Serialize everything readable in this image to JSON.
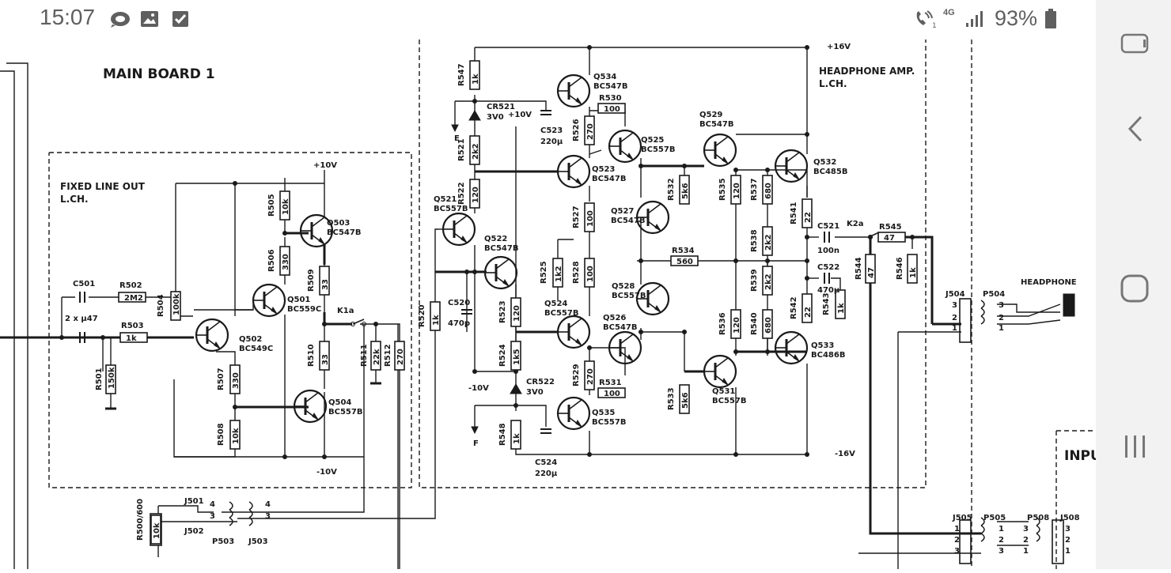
{
  "status_bar": {
    "time": "15:07",
    "network": "4G",
    "battery": "93%",
    "icons": [
      "whatsapp-icon",
      "gallery-icon",
      "checkbox-icon",
      "wifi-call-icon",
      "signal-icon",
      "battery-icon"
    ]
  },
  "nav_bar": {
    "buttons": [
      "recent-apps-rotated-icon",
      "back-icon",
      "home-icon",
      "recents-icon"
    ]
  },
  "schematic": {
    "board_title": "MAIN BOARD 1",
    "fixed_line_out": [
      "FIXED LINE OUT",
      "L.CH."
    ],
    "headphone_amp": [
      "HEADPHONE AMP.",
      "L.CH."
    ],
    "input_label": "INPU",
    "rails": {
      "p10": "+10V",
      "m10": "-10V",
      "p16": "+16V",
      "m16": "-16V",
      "p10b": "+10V",
      "m10b": "-10V"
    },
    "transistors": [
      {
        "ref": "Q503",
        "type": "BC547B"
      },
      {
        "ref": "Q501",
        "type": "BC559C"
      },
      {
        "ref": "Q502",
        "type": "BC549C"
      },
      {
        "ref": "Q504",
        "type": "BC557B"
      },
      {
        "ref": "Q534",
        "type": "BC547B"
      },
      {
        "ref": "Q523",
        "type": "BC547B"
      },
      {
        "ref": "Q525",
        "type": "BC557B"
      },
      {
        "ref": "Q529",
        "type": "BC547B"
      },
      {
        "ref": "Q532",
        "type": "BC485B"
      },
      {
        "ref": "Q521",
        "type": "BC557B"
      },
      {
        "ref": "Q522",
        "type": "BC547B"
      },
      {
        "ref": "Q527",
        "type": "BC547B"
      },
      {
        "ref": "Q528",
        "type": "BC557B"
      },
      {
        "ref": "Q524",
        "type": "BC557B"
      },
      {
        "ref": "Q526",
        "type": "BC547B"
      },
      {
        "ref": "Q535",
        "type": "BC557B"
      },
      {
        "ref": "Q531",
        "type": "BC557B"
      },
      {
        "ref": "Q533",
        "type": "BC486B"
      }
    ],
    "resistors": [
      {
        "ref": "R505",
        "value": "10k"
      },
      {
        "ref": "R506",
        "value": "330"
      },
      {
        "ref": "R509",
        "value": "33"
      },
      {
        "ref": "R502",
        "value": "2M2"
      },
      {
        "ref": "R504",
        "value": "100k"
      },
      {
        "ref": "R503",
        "value": "1k"
      },
      {
        "ref": "R501",
        "value": "150k"
      },
      {
        "ref": "R507",
        "value": "330"
      },
      {
        "ref": "R508",
        "value": "10k"
      },
      {
        "ref": "R510",
        "value": "33"
      },
      {
        "ref": "R511",
        "value": "22k"
      },
      {
        "ref": "R512",
        "value": "270"
      },
      {
        "ref": "R547",
        "value": "1k"
      },
      {
        "ref": "R521",
        "value": "2k2"
      },
      {
        "ref": "R522",
        "value": "120"
      },
      {
        "ref": "R520",
        "value": "1k"
      },
      {
        "ref": "R526",
        "value": "270"
      },
      {
        "ref": "R530",
        "value": "100"
      },
      {
        "ref": "R527",
        "value": "100"
      },
      {
        "ref": "R525",
        "value": "1k2"
      },
      {
        "ref": "R528",
        "value": "100"
      },
      {
        "ref": "R523",
        "value": "120"
      },
      {
        "ref": "R524",
        "value": "1k5"
      },
      {
        "ref": "R529",
        "value": "270"
      },
      {
        "ref": "R531",
        "value": "100"
      },
      {
        "ref": "R548",
        "value": "1k"
      },
      {
        "ref": "R532",
        "value": "5k6"
      },
      {
        "ref": "R534",
        "value": "560"
      },
      {
        "ref": "R533",
        "value": "5k6"
      },
      {
        "ref": "R535",
        "value": "120"
      },
      {
        "ref": "R537",
        "value": "680"
      },
      {
        "ref": "R538",
        "value": "2k2"
      },
      {
        "ref": "R539",
        "value": "2k2"
      },
      {
        "ref": "R536",
        "value": "120"
      },
      {
        "ref": "R540",
        "value": "680"
      },
      {
        "ref": "R541",
        "value": "22"
      },
      {
        "ref": "R542",
        "value": "22"
      },
      {
        "ref": "R543",
        "value": "1k"
      },
      {
        "ref": "R544",
        "value": "47"
      },
      {
        "ref": "R545",
        "value": "47"
      },
      {
        "ref": "R546",
        "value": "1k"
      },
      {
        "ref": "R500/600",
        "value": "10k"
      }
    ],
    "capacitors": [
      {
        "ref": "C501",
        "value": "2 x μ47"
      },
      {
        "ref": "C523",
        "value": "220μ"
      },
      {
        "ref": "C520",
        "value": "470p"
      },
      {
        "ref": "C524",
        "value": "220μ"
      },
      {
        "ref": "C521",
        "value": "100n"
      },
      {
        "ref": "C522",
        "value": "470μ"
      }
    ],
    "diodes": [
      {
        "ref": "CR521",
        "value": "3V0"
      },
      {
        "ref": "CR522",
        "value": "3V0"
      }
    ],
    "relays": [
      "K1a",
      "K2a"
    ],
    "markers": [
      "E",
      "F"
    ],
    "connectors": [
      "J501",
      "J502",
      "P503",
      "J503",
      "J504",
      "P504",
      "HEADPHONE",
      "J505",
      "P505",
      "P508",
      "J508"
    ],
    "pin_numbers": [
      "1",
      "2",
      "3",
      "4"
    ]
  }
}
